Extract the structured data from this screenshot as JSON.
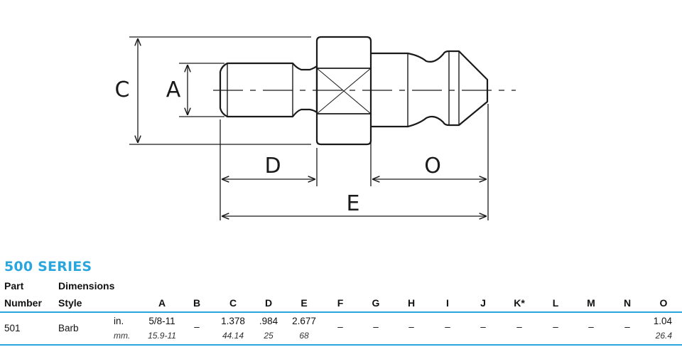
{
  "drawing": {
    "labels": {
      "A": "A",
      "C": "C",
      "D": "D",
      "E": "E",
      "O": "O"
    }
  },
  "series": {
    "title": "500 SERIES",
    "part_header_line1": "Part",
    "part_header_line2": "Number",
    "dimensions_header": "Dimensions",
    "style_header": "Style",
    "columns": [
      "A",
      "B",
      "C",
      "D",
      "E",
      "F",
      "G",
      "H",
      "I",
      "J",
      "K*",
      "L",
      "M",
      "N",
      "O"
    ],
    "rows": [
      {
        "part_number": "501",
        "style": "Barb",
        "unit_in": "in.",
        "unit_mm": "mm.",
        "A_in": "5/8-11",
        "A_mm": "15.9-11",
        "B": "–",
        "C_in": "1.378",
        "C_mm": "44.14",
        "D_in": ".984",
        "D_mm": "25",
        "E_in": "2.677",
        "E_mm": "68",
        "F": "–",
        "G": "–",
        "H": "–",
        "I": "–",
        "J": "–",
        "K": "–",
        "L": "–",
        "M": "–",
        "N": "–",
        "O_in": "1.04",
        "O_mm": "26.4"
      }
    ]
  }
}
